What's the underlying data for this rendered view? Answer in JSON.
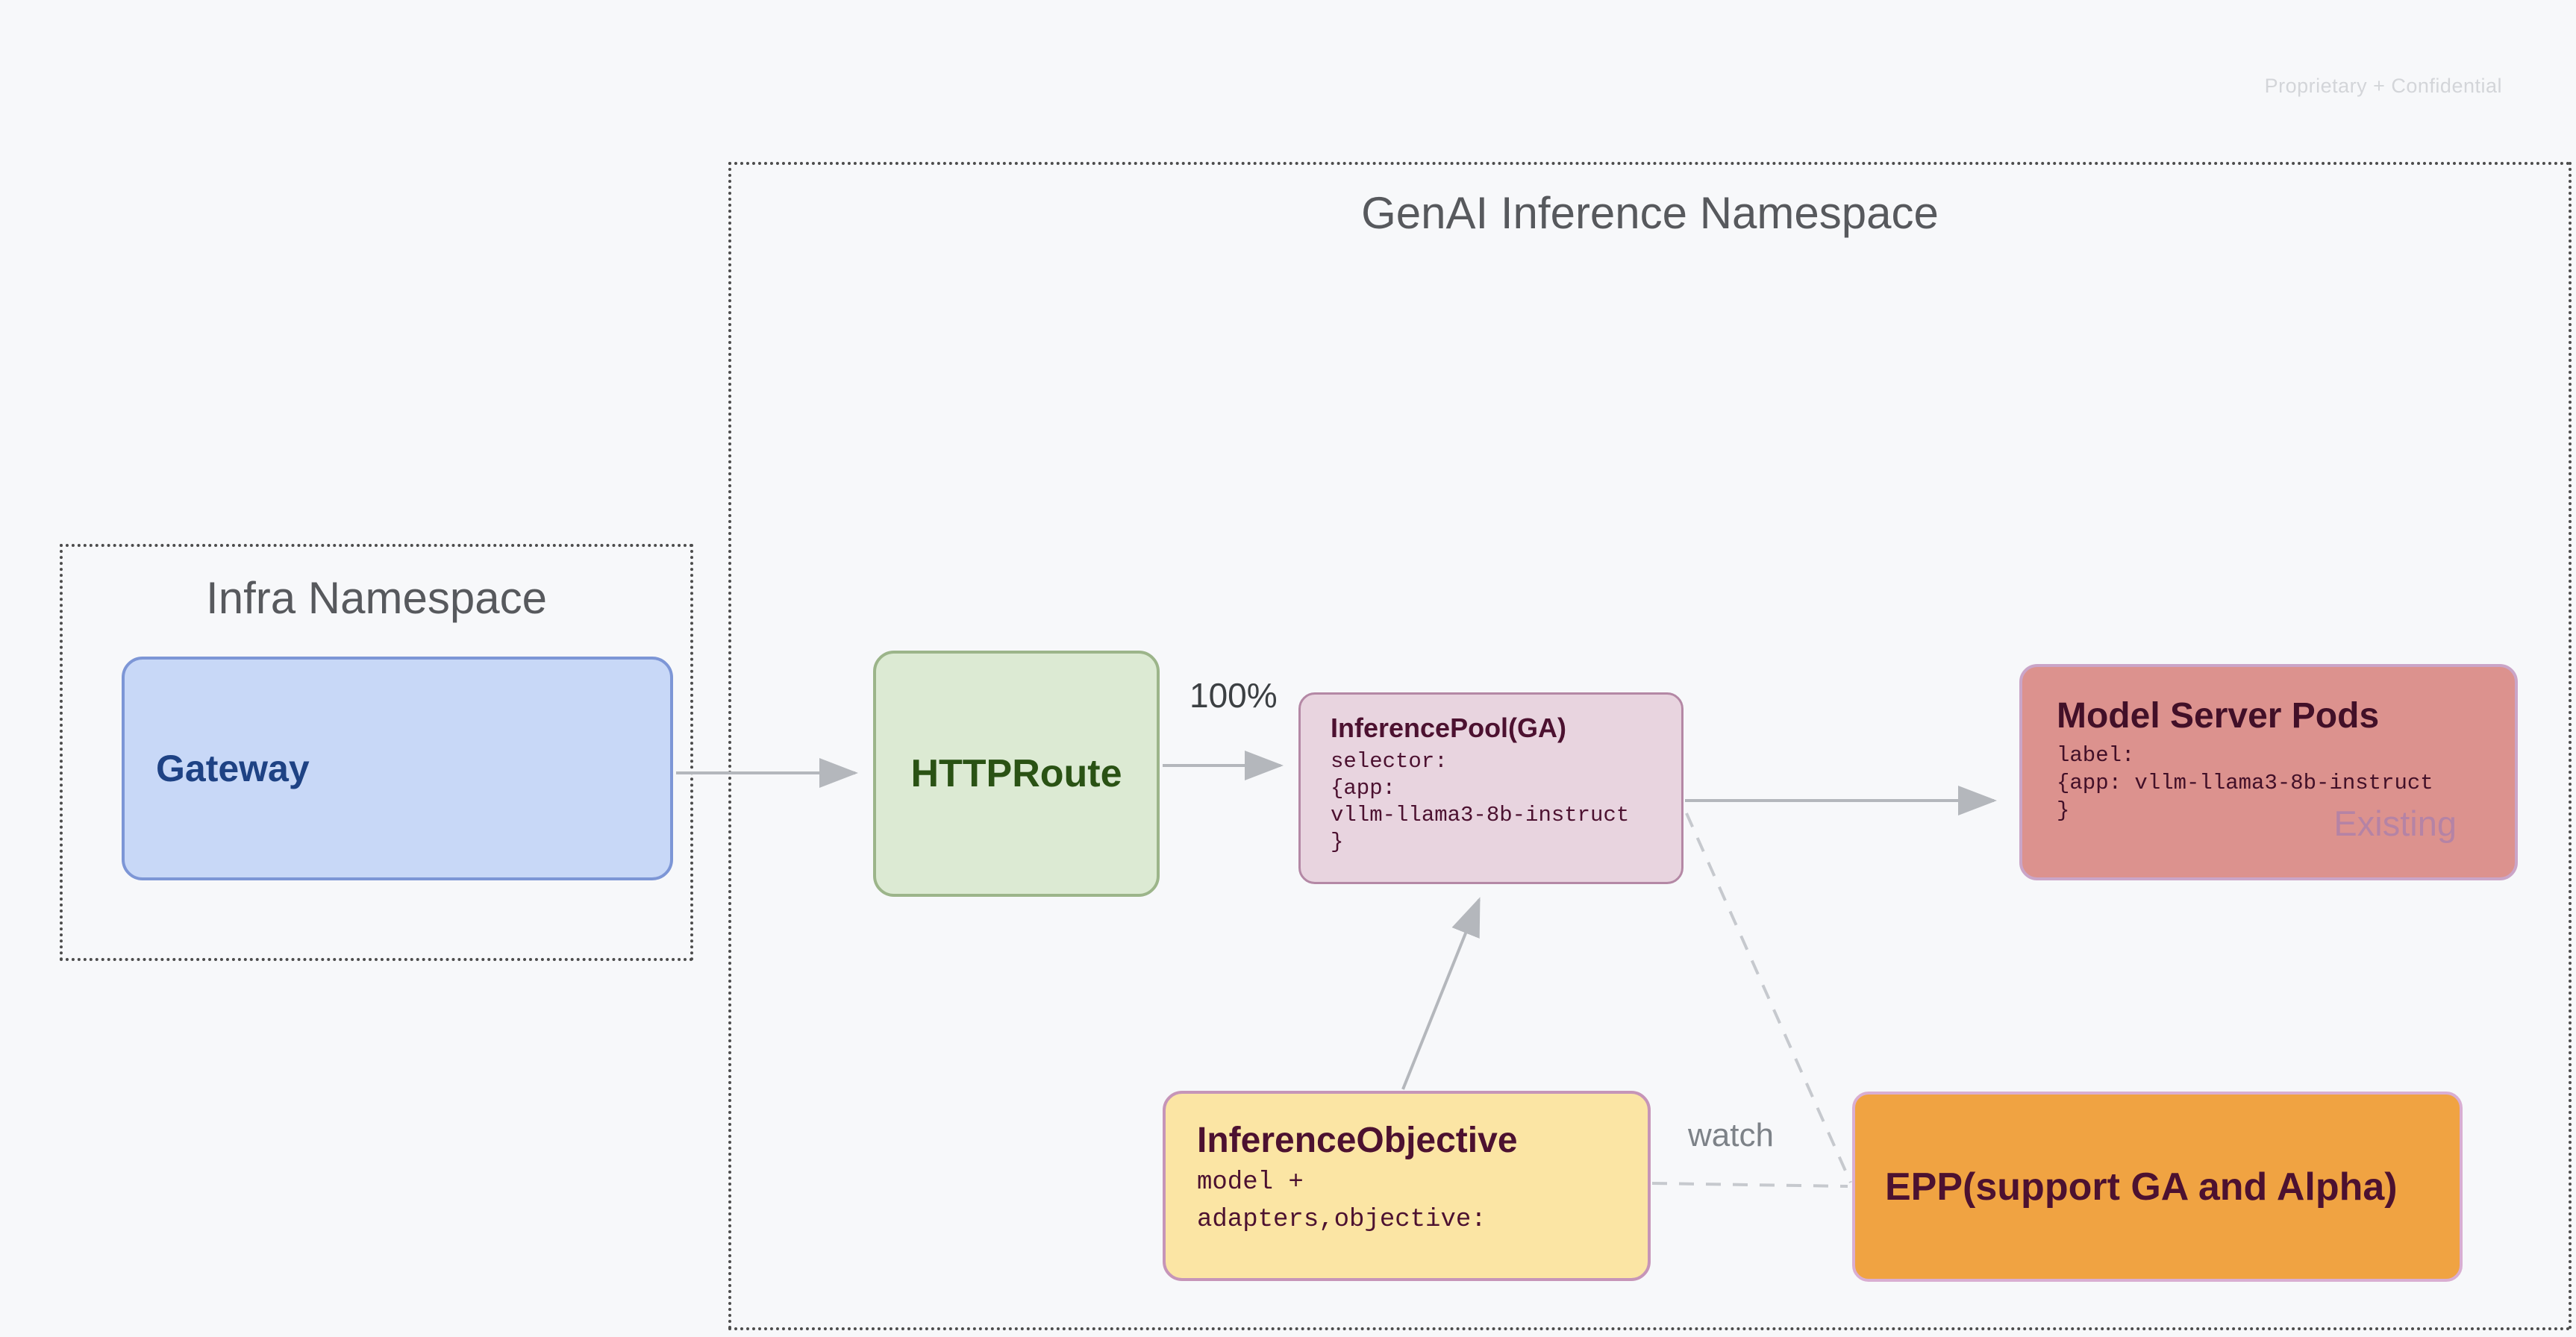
{
  "page": {
    "watermark": "Proprietary + Confidential",
    "background_color": "#f7f8fa"
  },
  "genai_namespace": {
    "title": "GenAI Inference Namespace",
    "border_style": "dotted",
    "border_color": "#4c4c4c"
  },
  "infra_namespace": {
    "title": "Infra Namespace",
    "border_style": "dotted",
    "border_color": "#4c4c4c"
  },
  "nodes": {
    "gateway": {
      "label": "Gateway",
      "fill": "#c8d8f7",
      "border": "#7d96d6",
      "text_color": "#1e4284"
    },
    "httproute": {
      "label": "HTTPRoute",
      "fill": "#dcead3",
      "border": "#9cb58a",
      "text_color": "#2a5214"
    },
    "inference_pool": {
      "title": "InferencePool(GA)",
      "code": "selector:\n{app:\nvllm-llama3-8b-instruct\n}",
      "fill": "#e8d4df",
      "border": "#b488a5",
      "text_color": "#4c1130"
    },
    "model_server_pods": {
      "title": "Model Server Pods",
      "code": "label:\n{app: vllm-llama3-8b-instruct\n}",
      "status_label": "Existing",
      "fill": "#dc928e",
      "border": "#caa5c8",
      "text_color": "#421028"
    },
    "inference_objective": {
      "title": "InferenceObjective",
      "code": "model +\nadapters,objective:",
      "fill": "#fbe5a4",
      "border": "#c695b8",
      "text_color": "#4c1130"
    },
    "epp": {
      "label": "EPP(support GA and Alpha)",
      "fill": "#f0a342",
      "border": "#d9aed2",
      "text_color": "#4c1130"
    }
  },
  "edges": {
    "gateway_to_httproute": {
      "type": "solid-arrow"
    },
    "httproute_to_pool": {
      "type": "solid-arrow",
      "label": "100%"
    },
    "pool_to_pods": {
      "type": "solid-arrow"
    },
    "objective_to_pool": {
      "type": "solid-arrow"
    },
    "pool_to_epp": {
      "type": "dashed"
    },
    "objective_to_epp": {
      "type": "dashed",
      "label": "watch"
    },
    "arrow_color": "#b4b7bc",
    "dashed_color": "#c6c9ce"
  }
}
